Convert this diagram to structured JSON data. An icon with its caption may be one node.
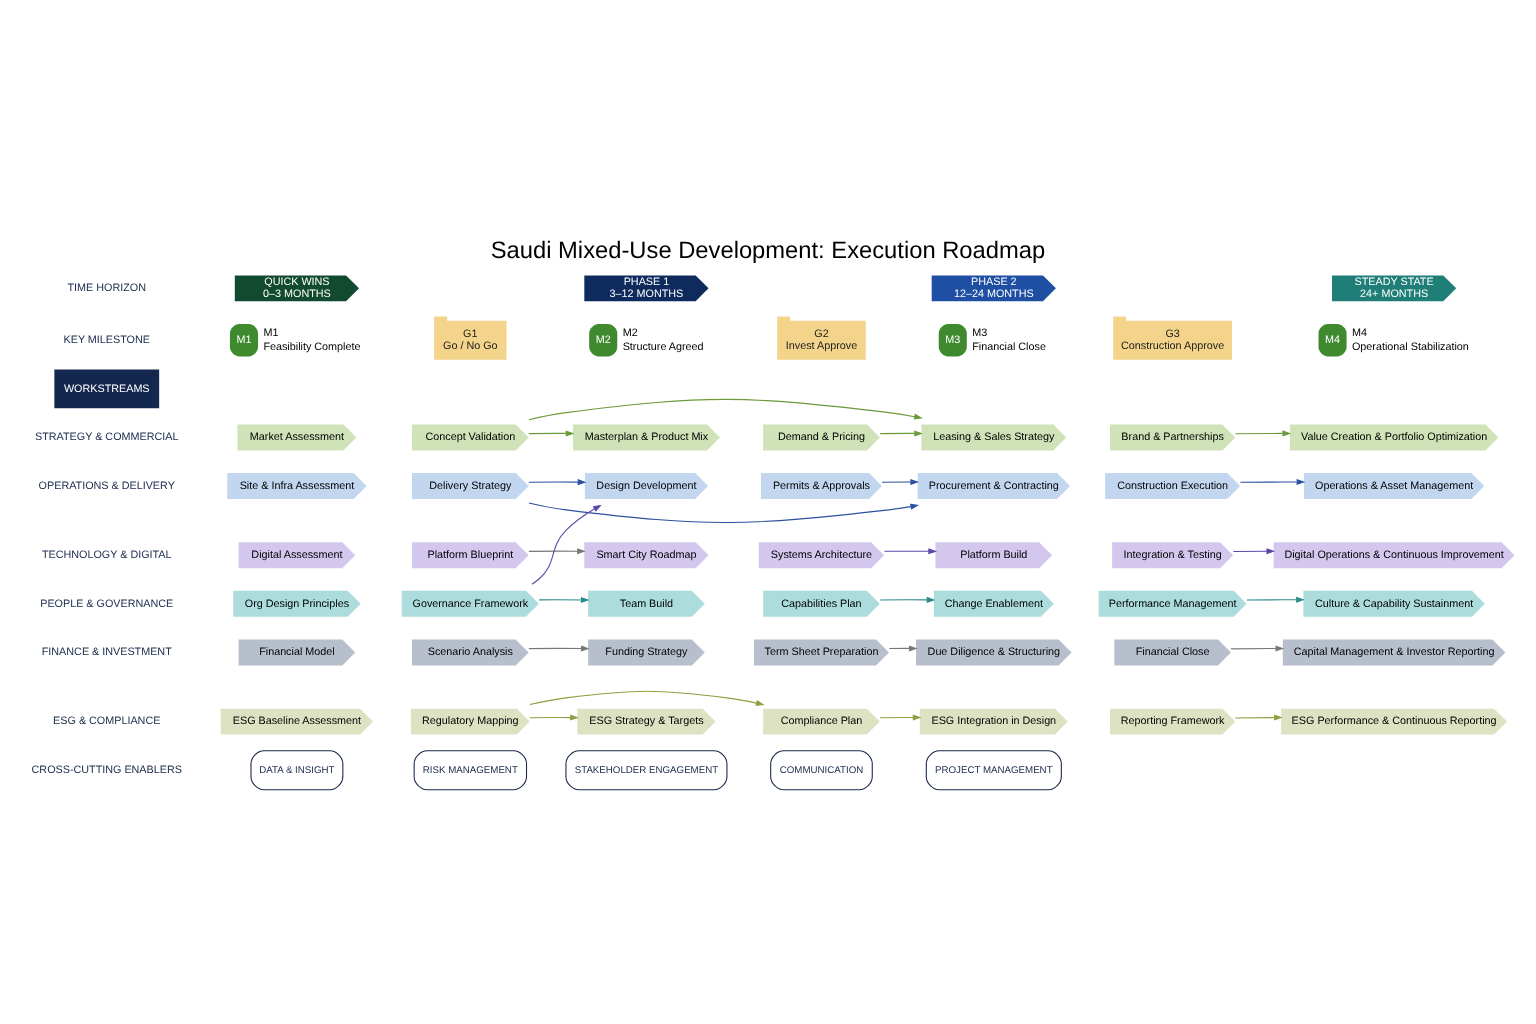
{
  "diagram": {
    "title": "Saudi Mixed-Use Development: Execution Roadmap",
    "nodes": [
      {
        "text": [
          "QUICK WINS",
          "0–3 MONTHS"
        ]
      },
      {
        "text": [
          "PHASE 1",
          "3–12 MONTHS"
        ]
      },
      {
        "text": [
          "PHASE 2",
          "12–24 MONTHS"
        ]
      },
      {
        "text": [
          "STEADY STATE",
          "24+ MONTHS"
        ]
      },
      {
        "text": [
          "M1"
        ],
        "beside": [
          "M1",
          "Feasibility Complete"
        ]
      },
      {
        "text": [
          "G1",
          "Go / No Go"
        ]
      },
      {
        "text": [
          "M2"
        ],
        "beside": [
          "M2",
          "Structure Agreed"
        ]
      },
      {
        "text": [
          "G2",
          "Invest Approve"
        ]
      },
      {
        "text": [
          "M3"
        ],
        "beside": [
          "M3",
          "Financial Close"
        ]
      },
      {
        "text": [
          "G3",
          "Construction Approve"
        ]
      },
      {
        "text": [
          "M4"
        ],
        "beside": [
          "M4",
          "Operational Stabilization"
        ]
      },
      {
        "text": [
          "Market Assessment"
        ]
      },
      {
        "text": [
          "Concept Validation"
        ]
      },
      {
        "text": [
          "Masterplan & Product Mix"
        ]
      },
      {
        "text": [
          "Demand & Pricing"
        ]
      },
      {
        "text": [
          "Leasing & Sales Strategy"
        ]
      },
      {
        "text": [
          "Brand & Partnerships"
        ]
      },
      {
        "text": [
          "Value Creation & Portfolio Optimization"
        ]
      },
      {
        "text": [
          "Site & Infra Assessment"
        ]
      },
      {
        "text": [
          "Delivery Strategy"
        ]
      },
      {
        "text": [
          "Design Development"
        ]
      },
      {
        "text": [
          "Permits & Approvals"
        ]
      },
      {
        "text": [
          "Procurement & Contracting"
        ]
      },
      {
        "text": [
          "Construction Execution"
        ]
      },
      {
        "text": [
          "Operations & Asset Management"
        ]
      },
      {
        "text": [
          "Digital Assessment"
        ]
      },
      {
        "text": [
          "Platform Blueprint"
        ]
      },
      {
        "text": [
          "Smart City Roadmap"
        ]
      },
      {
        "text": [
          "Systems Architecture"
        ]
      },
      {
        "text": [
          "Platform Build"
        ]
      },
      {
        "text": [
          "Integration & Testing"
        ]
      },
      {
        "text": [
          "Digital Operations & Continuous Improvement"
        ]
      },
      {
        "text": [
          "Org Design Principles"
        ]
      },
      {
        "text": [
          "Governance Framework"
        ]
      },
      {
        "text": [
          "Team Build"
        ]
      },
      {
        "text": [
          "Capabilities Plan"
        ]
      },
      {
        "text": [
          "Change Enablement"
        ]
      },
      {
        "text": [
          "Performance Management"
        ]
      },
      {
        "text": [
          "Culture & Capability Sustainment"
        ]
      },
      {
        "text": [
          "Financial Model"
        ]
      },
      {
        "text": [
          "Scenario Analysis"
        ]
      },
      {
        "text": [
          "Funding Strategy"
        ]
      },
      {
        "text": [
          "Term Sheet Preparation"
        ]
      },
      {
        "text": [
          "Due Diligence & Structuring"
        ]
      },
      {
        "text": [
          "Financial Close"
        ]
      },
      {
        "text": [
          "Capital Management & Investor Reporting"
        ]
      },
      {
        "text": [
          "ESG Baseline Assessment"
        ]
      },
      {
        "text": [
          "Regulatory Mapping"
        ]
      },
      {
        "text": [
          "ESG Strategy & Targets"
        ]
      },
      {
        "text": [
          "Compliance Plan"
        ]
      },
      {
        "text": [
          "ESG Integration in Design"
        ]
      },
      {
        "text": [
          "Reporting Framework"
        ]
      },
      {
        "text": [
          "ESG Performance & Continuous Reporting"
        ]
      },
      {
        "text": [
          "DATA & INSIGHT"
        ]
      },
      {
        "text": [
          "RISK MANAGEMENT"
        ]
      },
      {
        "text": [
          "STAKEHOLDER ENGAGEMENT"
        ]
      },
      {
        "text": [
          "COMMUNICATION"
        ]
      },
      {
        "text": [
          "PROJECT MANAGEMENT"
        ]
      }
    ],
    "edges": [
      {
        "from": 12,
        "to": 13,
        "arrow": "to",
        "color": "#6a9a3a"
      },
      {
        "from": 14,
        "to": 15,
        "arrow": "to",
        "color": "#6a9a3a"
      },
      {
        "from": 16,
        "to": 17,
        "arrow": "to",
        "color": "#6a9a3a"
      },
      {
        "from": 12,
        "to": 15,
        "arrow": "to",
        "color": "#6a9a3a"
      },
      {
        "from": 19,
        "to": 20,
        "arrow": "to",
        "color": "#2c4f9e"
      },
      {
        "from": 21,
        "to": 22,
        "arrow": "to",
        "color": "#2c4f9e"
      },
      {
        "from": 23,
        "to": 24,
        "arrow": "to",
        "color": "#2c4f9e"
      },
      {
        "from": 19,
        "to": 22,
        "arrow": "to",
        "color": "#2c4f9e"
      },
      {
        "from": 26,
        "to": 27,
        "arrow": "to",
        "color": "#777777"
      },
      {
        "from": 28,
        "to": 29,
        "arrow": "to",
        "color": "#5b45a8"
      },
      {
        "from": 30,
        "to": 31,
        "arrow": "to",
        "color": "#5b45a8"
      },
      {
        "from": 33,
        "to": 34,
        "arrow": "to",
        "color": "#2a8a8a"
      },
      {
        "from": 35,
        "to": 36,
        "arrow": "to",
        "color": "#2a8a8a"
      },
      {
        "from": 37,
        "to": 38,
        "arrow": "to",
        "color": "#2a8a8a"
      },
      {
        "from": 33,
        "to": 20,
        "arrow": "to",
        "color": "#5b45a8"
      },
      {
        "from": 40,
        "to": 41,
        "arrow": "to",
        "color": "#777777"
      },
      {
        "from": 42,
        "to": 43,
        "arrow": "to",
        "color": "#777777"
      },
      {
        "from": 44,
        "to": 45,
        "arrow": "to",
        "color": "#777777"
      },
      {
        "from": 47,
        "to": 48,
        "arrow": "to",
        "color": "#8aa040"
      },
      {
        "from": 49,
        "to": 50,
        "arrow": "to",
        "color": "#8aa040"
      },
      {
        "from": 51,
        "to": 52,
        "arrow": "to",
        "color": "#8aa040"
      },
      {
        "from": 47,
        "to": 49,
        "arrow": "to",
        "color": "#8aa040"
      }
    ],
    "labels": [
      "TIME HORIZON",
      "KEY MILESTONE",
      "WORKSTREAMS",
      "STRATEGY & COMMERCIAL",
      "OPERATIONS & DELIVERY",
      "TECHNOLOGY & DIGITAL",
      "PEOPLE & GOVERNANCE",
      "FINANCE & INVESTMENT",
      "ESG & COMPLIANCE",
      "CROSS-CUTTING ENABLERS"
    ]
  }
}
